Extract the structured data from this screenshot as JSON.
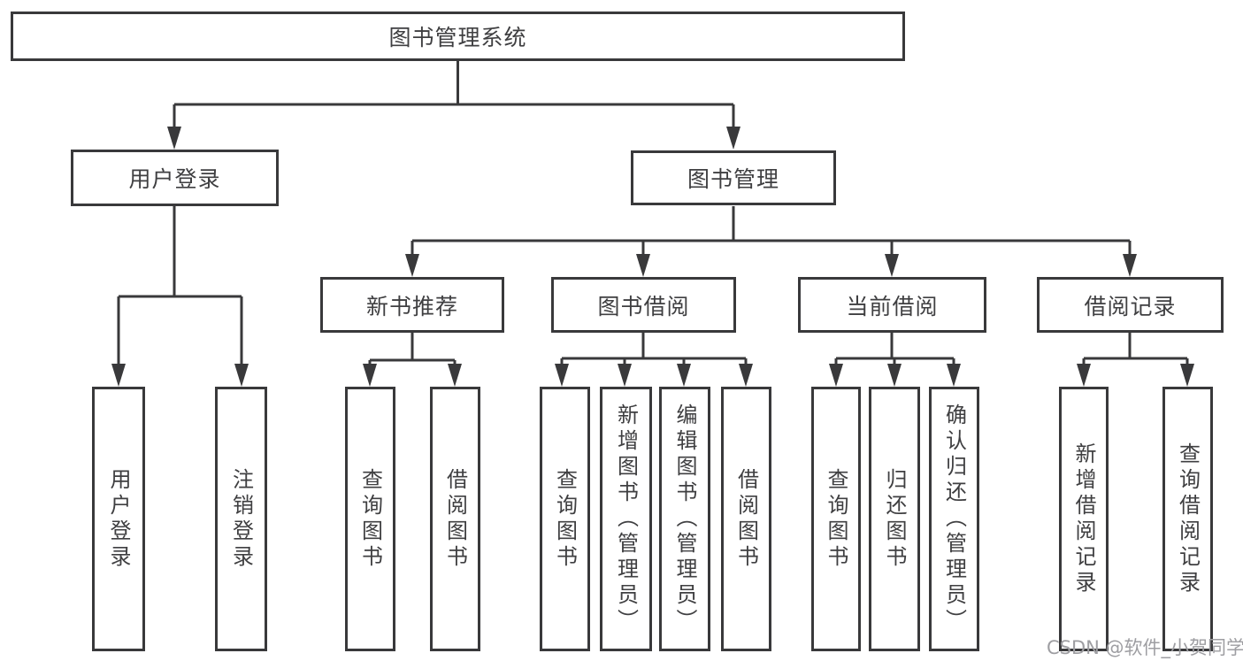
{
  "colors": {
    "line": "#39393b",
    "box_border": "#39393b",
    "box_fill": "#ffffff",
    "text": "#3f3f41",
    "watermark": "#9e9ea2",
    "background": "#ffffff"
  },
  "tree": {
    "label": "图书管理系统",
    "children": [
      {
        "label": "用户登录",
        "children": [
          {
            "label": "用户登录"
          },
          {
            "label": "注销登录"
          }
        ]
      },
      {
        "label": "图书管理",
        "children": [
          {
            "label": "新书推荐",
            "children": [
              {
                "label": "查询图书"
              },
              {
                "label": "借阅图书"
              }
            ]
          },
          {
            "label": "图书借阅",
            "children": [
              {
                "label": "查询图书"
              },
              {
                "label": "新增图书（管理员）"
              },
              {
                "label": "编辑图书（管理员）"
              },
              {
                "label": "借阅图书"
              }
            ]
          },
          {
            "label": "当前借阅",
            "children": [
              {
                "label": "查询图书"
              },
              {
                "label": "归还图书"
              },
              {
                "label": "确认归还（管理员）"
              }
            ]
          },
          {
            "label": "借阅记录",
            "children": [
              {
                "label": "新增借阅记录"
              },
              {
                "label": "查询借阅记录"
              }
            ]
          }
        ]
      }
    ]
  },
  "watermark": {
    "text": "CSDN @软件_小贺同学"
  }
}
